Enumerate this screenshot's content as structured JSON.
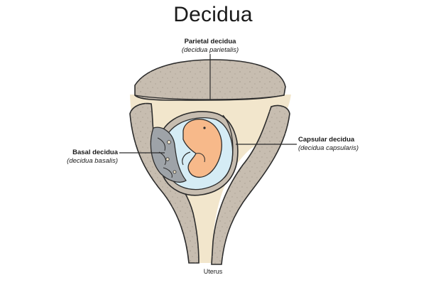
{
  "title": "Decidua",
  "labels": {
    "parietal": {
      "name": "Parietal decidua",
      "latin": "(decidua parietalis)"
    },
    "capsular": {
      "name": "Capsular decidua",
      "latin": "(decidua capsularis)"
    },
    "basal": {
      "name": "Basal decidua",
      "latin": "(decidua basalis)"
    }
  },
  "footer": "Uterus",
  "colors": {
    "decidua": "#c7bdb0",
    "uterine_cavity": "#f2e6cc",
    "amniotic_fluid": "#d5ecf5",
    "placenta": "#9ea3a8",
    "embryo": "#f7b98a",
    "outline": "#2c2c2c"
  }
}
